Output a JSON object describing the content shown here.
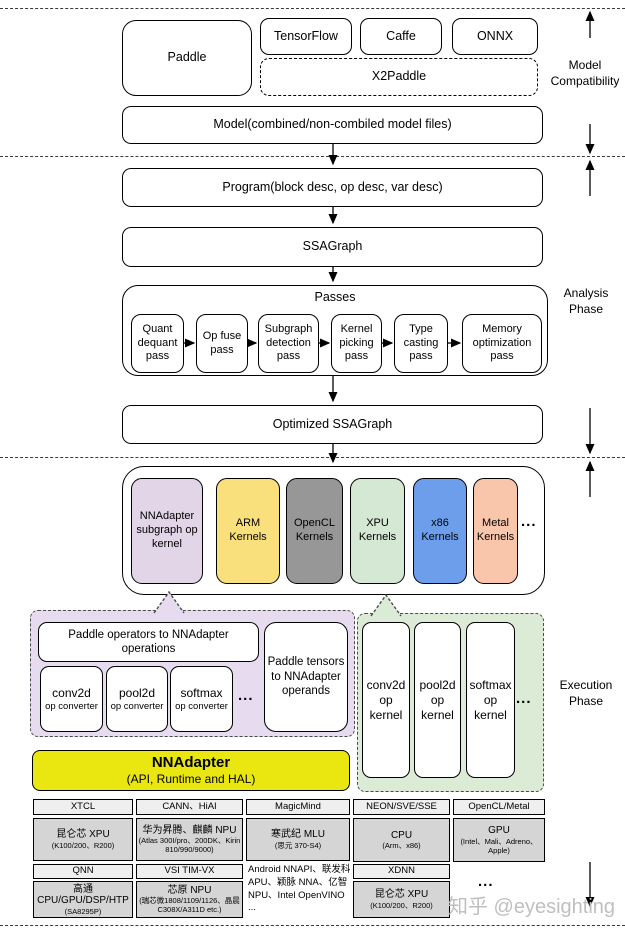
{
  "top": {
    "paddle": "Paddle",
    "frameworks": [
      "TensorFlow",
      "Caffe",
      "ONNX"
    ],
    "x2paddle": "X2Paddle",
    "model": "Model(combined/non-combiled model files)"
  },
  "flow": {
    "program": "Program(block desc, op desc, var desc)",
    "ssagraph": "SSAGraph",
    "passes_title": "Passes",
    "passes": [
      "Quant dequant pass",
      "Op fuse pass",
      "Subgraph detection pass",
      "Kernel picking pass",
      "Type casting pass",
      "Memory optimization pass"
    ],
    "optimized": "Optimized SSAGraph"
  },
  "phases": {
    "model_compatibility": "Model Compatibility",
    "analysis": "Analysis Phase",
    "execution": "Execution Phase"
  },
  "kernels": {
    "items": [
      {
        "label": "NNAdapter subgraph op kernel",
        "color": "#E1D5E7"
      },
      {
        "label": "ARM Kernels",
        "color": "#F9E07D"
      },
      {
        "label": "OpenCL Kernels",
        "color": "#979797"
      },
      {
        "label": "XPU Kernels",
        "color": "#D5E8D4"
      },
      {
        "label": "x86 Kernels",
        "color": "#6D9EEB"
      },
      {
        "label": "Metal Kernels",
        "color": "#F9C6AC"
      }
    ],
    "ellipsis": "..."
  },
  "bridge": {
    "container_color": "#E7DCEF",
    "ops_box": "Paddle operators to NNAdapter operations",
    "converters": [
      "conv2d",
      "pool2d",
      "softmax"
    ],
    "converter_sub": "op converter",
    "ellipsis": "...",
    "tensors_box": "Paddle tensors to NNAdapter operands"
  },
  "device_kernels": {
    "container_color": "#DCEBD6",
    "items": [
      "conv2d",
      "pool2d",
      "softmax"
    ],
    "sub": "op kernel",
    "ellipsis": "..."
  },
  "nnadapter": {
    "title": "NNAdapter",
    "subtitle": "(API, Runtime and HAL)",
    "color": "#E9E70F"
  },
  "hal": {
    "left": {
      "headers": [
        "XTCL",
        "CANN、HiAI",
        "MagicMind"
      ],
      "row1": [
        {
          "title": "昆仑芯 XPU",
          "sub": "(K100/200、R200)"
        },
        {
          "title": "华为昇腾、麒麟 NPU",
          "sub": "(Atlas 300I/pro、200DK、Kirin 810/990/9000)"
        },
        {
          "title": "寒武纪 MLU",
          "sub": "(思元 370-S4)"
        }
      ],
      "headers2": [
        "QNN",
        "VSI TIM-VX"
      ],
      "row2": [
        {
          "title": "高通",
          "line2": "CPU/GPU/DSP/HTP",
          "sub": "(SA8295P)"
        },
        {
          "title": "芯原 NPU",
          "sub": "(瑞芯微1808/1109/1126、晶晨C308X/A311D etc.)"
        }
      ],
      "note": "Android NNAPI、联发科 APU、颖脉 NNA、亿智NPU、Intel OpenVINO ..."
    },
    "right": {
      "headers": [
        "NEON/SVE/SSE",
        "OpenCL/Metal"
      ],
      "row1": [
        {
          "title": "CPU",
          "sub": "(Arm、x86)"
        },
        {
          "title": "GPU",
          "sub": "(Intel、Mali、Adreno、Apple)"
        }
      ],
      "headers2": [
        "XDNN"
      ],
      "row2": [
        {
          "title": "昆仑芯 XPU",
          "sub": "(K100/200、R200)"
        }
      ],
      "ellipsis": "..."
    }
  },
  "watermark": "知乎 @eyesighting"
}
